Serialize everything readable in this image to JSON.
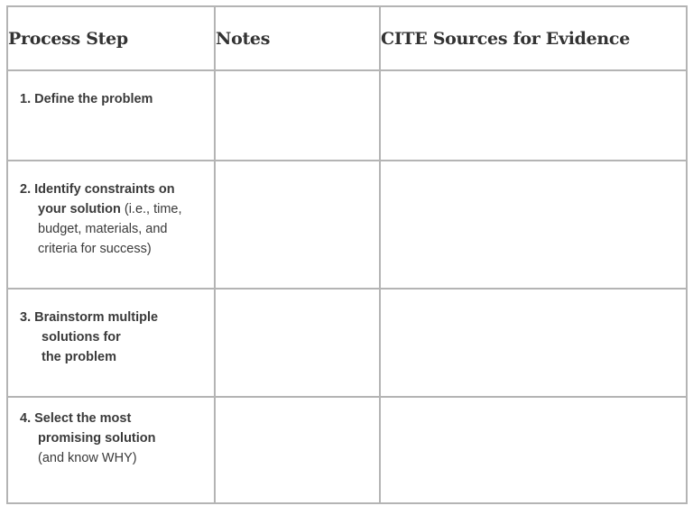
{
  "table": {
    "headers": [
      "Process Step",
      "Notes",
      "CITE Sources for Evidence"
    ],
    "rows": [
      {
        "step": {
          "lines": [
            "1. Define the problem"
          ]
        },
        "notes": "",
        "sources": ""
      },
      {
        "step": {
          "line1": "2. Identify constraints on",
          "line2_bold": "your solution",
          "line2_plain": " (i.e., time,",
          "line3": "budget, materials, and",
          "line4": "criteria for success)"
        },
        "notes": "",
        "sources": ""
      },
      {
        "step": {
          "line1": "3.  Brainstorm multiple",
          "line2": "solutions for",
          "line3": "the problem"
        },
        "notes": "",
        "sources": ""
      },
      {
        "step": {
          "line1": "4.  Select the most",
          "line2": "promising solution",
          "line3": "(and know WHY)"
        },
        "notes": "",
        "sources": ""
      }
    ]
  }
}
